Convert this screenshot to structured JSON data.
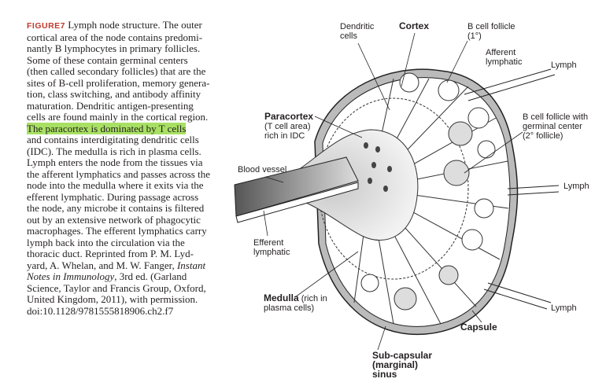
{
  "caption": {
    "figure_label": "FIGURE7",
    "lines": [
      " Lymph node structure. The outer",
      "cortical area of the node contains predomi-",
      "nantly B lymphocytes in primary follicles.",
      "Some of these contain germinal centers",
      "(then called secondary follicles) that are the",
      "sites of B-cell proliferation, memory genera-",
      "tion, class switching, and antibody affinity",
      "maturation. Dendritic antigen-presenting",
      "cells are found mainly in the cortical region.",
      "The paracortex is dominated by T cells",
      "and contains interdigitating dendritic cells",
      "(IDC). The medulla is rich in plasma cells.",
      "Lymph enters the node from the tissues via",
      "the afferent lymphatics and passes across the",
      "node into the medulla where it exits via the",
      "efferent lymphatic. During passage across",
      "the node, any microbe it contains is filtered",
      "out by an extensive network of phagocytic",
      "macrophages. The efferent lymphatics carry",
      "lymph back into the circulation via the",
      "thoracic duct. Reprinted from P. M. Lyd-",
      "yard, A. Whelan, and M. W. Fanger, "
    ],
    "italic_1": "Instant",
    "line_23_italic": "Notes in Immunology",
    "line_23_rest": ", 3rd ed. (Garland",
    "line_24": "Science, Taylor and Francis Group, Oxford,",
    "line_25": "United Kingdom, 2011), with permission.",
    "line_26": "doi:10.1128/9781555818906.ch2.f7",
    "highlight_color": "#a8e063"
  },
  "diagram": {
    "dendritic_cells": [
      "Dendritic",
      "cells"
    ],
    "cortex": "Cortex",
    "b_cell_follicle": [
      "B cell follicle",
      "(1°)"
    ],
    "afferent_lymphatic": [
      "Afferent",
      "lymphatic"
    ],
    "lymph_top": "Lymph",
    "paracortex": "Paracortex",
    "paracortex_sub": [
      "(T cell area)",
      "rich in IDC"
    ],
    "b_cell_follicle_gc": [
      "B cell follicle with",
      "germinal center",
      "(2° follicle)"
    ],
    "blood_vessel": "Blood vessel",
    "lymph_mid": "Lymph",
    "efferent_lymphatic": [
      "Efferent",
      "lymphatic"
    ],
    "medulla": "Medulla",
    "medulla_sub1": " (rich in",
    "medulla_sub2": "plasma cells)",
    "lymph_bottom": "Lymph",
    "capsule": "Capsule",
    "subcapsular": [
      "Sub-capsular",
      "(marginal)",
      "sinus"
    ]
  }
}
